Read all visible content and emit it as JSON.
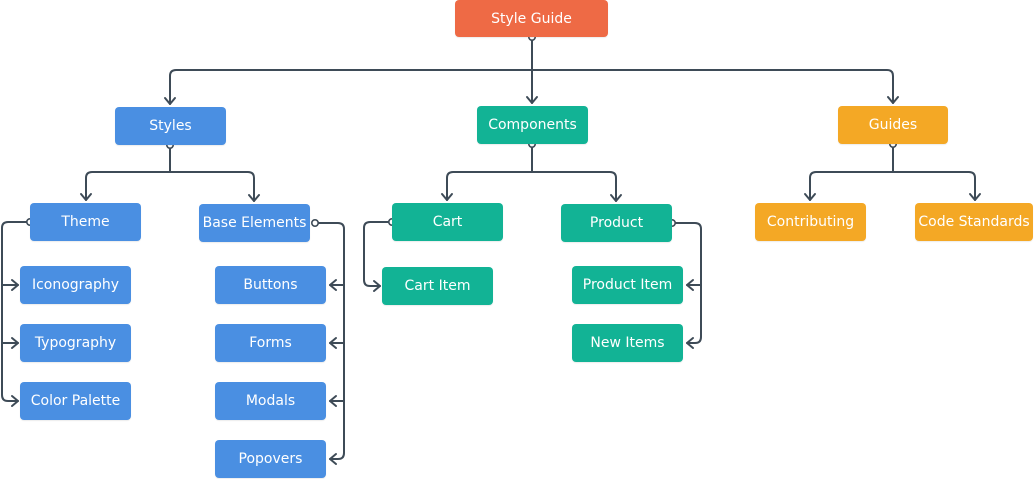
{
  "colors": {
    "root": "#EE6A45",
    "styles": "#4A8FE2",
    "components": "#12B395",
    "guides": "#F4A825",
    "connector": "#3E4B57"
  },
  "nodes": {
    "style_guide": "Style Guide",
    "styles": "Styles",
    "components": "Components",
    "guides": "Guides",
    "theme": "Theme",
    "base_elements": "Base Elements",
    "cart": "Cart",
    "product": "Product",
    "contributing": "Contributing",
    "code_standards": "Code Standards",
    "iconography": "Iconography",
    "typography": "Typography",
    "color_palette": "Color Palette",
    "buttons": "Buttons",
    "forms": "Forms",
    "modals": "Modals",
    "popovers": "Popovers",
    "cart_item": "Cart Item",
    "product_item": "Product Item",
    "new_items": "New Items"
  }
}
